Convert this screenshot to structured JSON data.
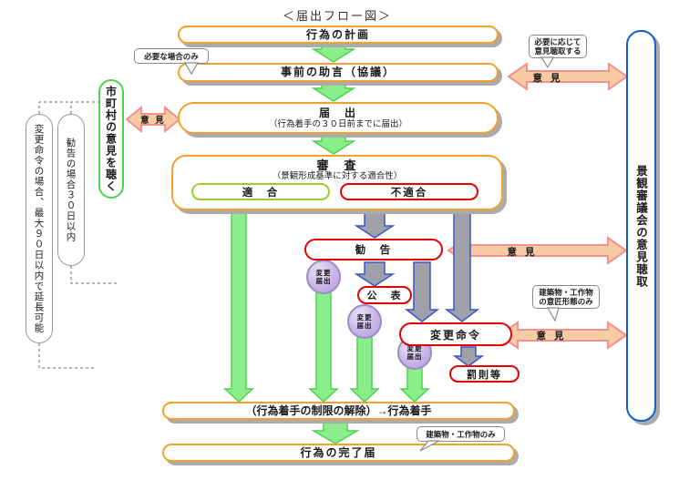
{
  "title": "＜届出フロー図＞",
  "flow": {
    "plan": "行為の計画",
    "advice": "事前の助言（協議）",
    "notification": {
      "title": "届　出",
      "sub": "（行為着手の３０日前までに届出）"
    },
    "review": {
      "title": "審　査",
      "sub": "（景観形成基準に対する適合性）",
      "pass": "適　合",
      "fail": "不適合"
    },
    "recommendation": "勧　告",
    "publication": "公　表",
    "change_order": "変更命令",
    "penalty": "罰則等",
    "release": "（行為着手の制限の解除）→行為着手",
    "completion": "行為の完了届"
  },
  "sidebars": {
    "municipality": "市町村の意見を聴く",
    "council": "景観審議会の意見聴取",
    "note_change_order": "変更命令の場合、最大９０日以内で延長可能",
    "note_recommendation": "勧告の場合３０日以内"
  },
  "callouts": {
    "only_when_needed": "必要な場合のみ",
    "hearing_line1": "必要に応じて",
    "hearing_line2": "意見聴取する",
    "design_line1": "建築物・工作物",
    "design_line2": "の意匠形態のみ",
    "buildings_only": "建築物・工作物のみ"
  },
  "labels": {
    "opinion": "意 見",
    "change_line1": "変更",
    "change_line2": "届出"
  },
  "colors": {
    "orange": "#F4A12C",
    "red": "#E60000",
    "lime": "#9ACD32",
    "green-border": "#4FD24F",
    "green-fill": "#8AEE8A",
    "gray-fill": "#9FA0AA",
    "gray-stroke": "#3C55C8",
    "pink-fill": "#F9CBA4",
    "pink-stroke": "#F2918E",
    "blue": "#1060CC",
    "purple-fill": "#C9B4E8",
    "purple-ring": "#9C8CC4",
    "shadow": "#ABABAB",
    "callout-border": "#8A8A8A",
    "text": "#1A1A1A"
  }
}
